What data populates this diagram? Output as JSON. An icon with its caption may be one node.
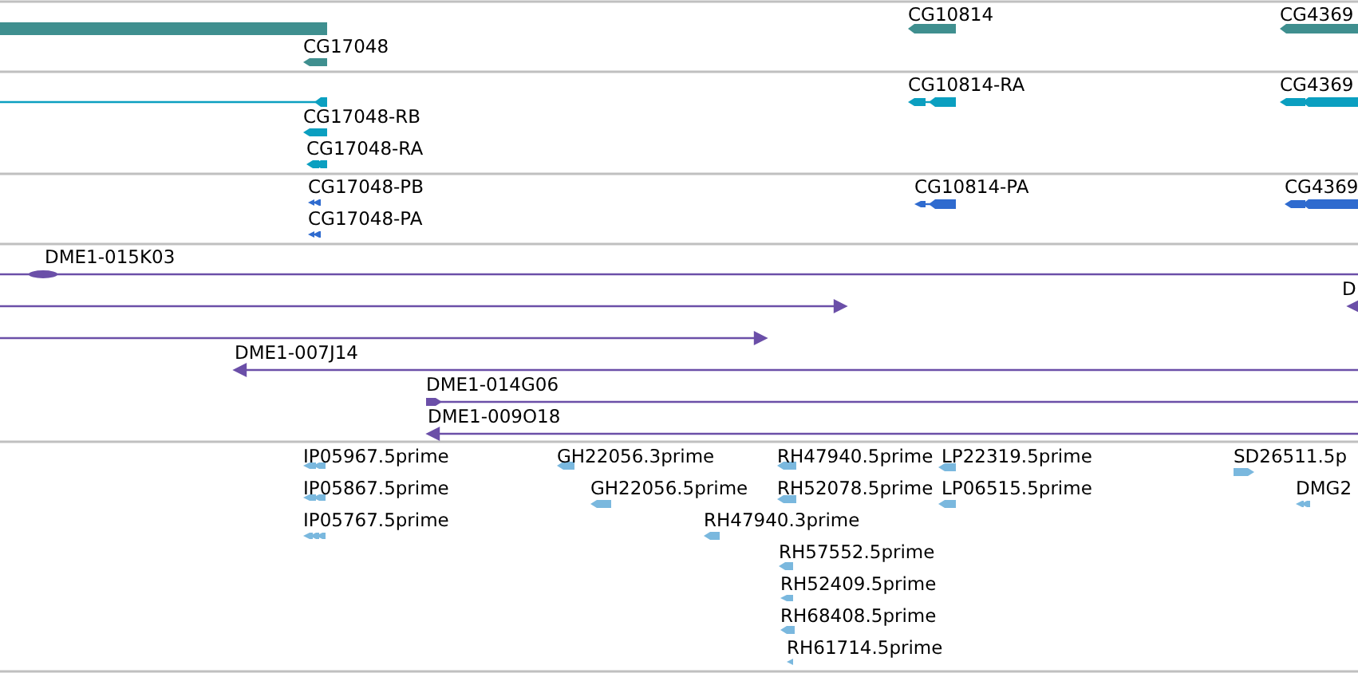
{
  "diagram": {
    "labels": [
      "CG10814",
      "CG4369",
      "CG17048",
      "CG10814-RA",
      "CG4369",
      "CG17048-RB",
      "CG17048-RA",
      "CG17048-PB",
      "CG10814-PA",
      "CG4369",
      "CG17048-PA",
      "DME1-015K03",
      "D",
      "DME1-007J14",
      "DME1-014G06",
      "DME1-009O18",
      "IP05967.5prime",
      "GH22056.3prime",
      "RH47940.5prime",
      "LP22319.5prime",
      "SD26511.5p",
      "IP05867.5prime",
      "GH22056.5prime",
      "RH52078.5prime",
      "LP06515.5prime",
      "DMG2",
      "IP05767.5prime",
      "RH47940.3prime",
      "RH57552.5prime",
      "RH52409.5prime",
      "RH68408.5prime",
      "RH61714.5prime"
    ]
  }
}
